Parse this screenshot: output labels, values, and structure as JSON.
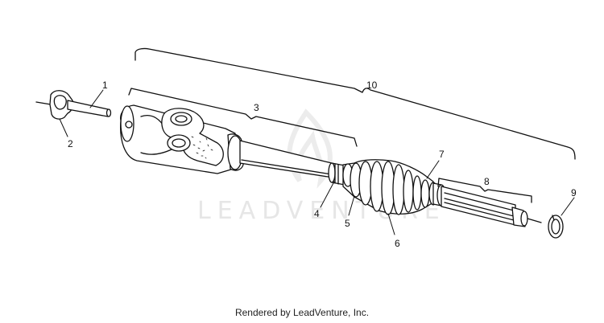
{
  "watermark": {
    "brand": "LEADVENTURE"
  },
  "callouts": {
    "c1": "1",
    "c2": "2",
    "c3": "3",
    "c4": "4",
    "c5": "5",
    "c6": "6",
    "c7": "7",
    "c8": "8",
    "c9": "9",
    "c10": "10"
  },
  "footer": {
    "rendered_by": "Rendered by LeadVenture, Inc."
  },
  "colors": {
    "ink": "#111111",
    "watermark": "#e6e6e6",
    "background": "#ffffff"
  }
}
